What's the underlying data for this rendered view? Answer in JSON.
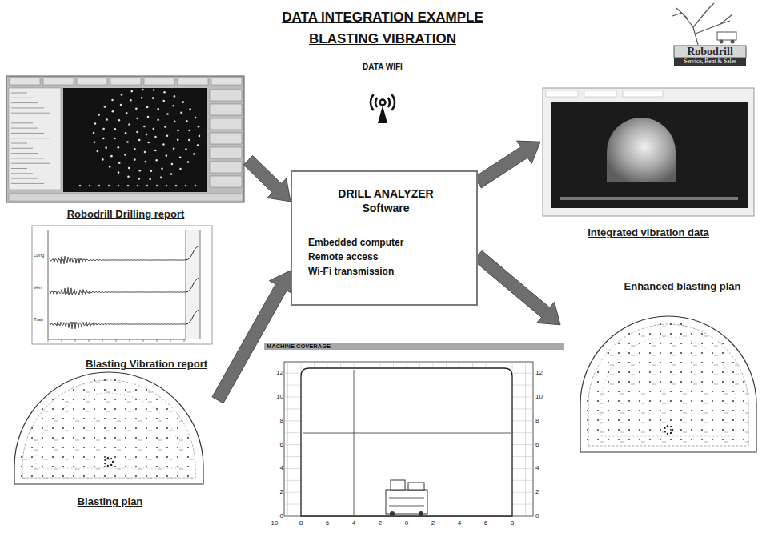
{
  "diagram": {
    "title": "DATA INTEGRATION EXAMPLE BLASTING VIBRATION",
    "nodes": [
      {
        "text": [
          "Robodrill Drilling report"
        ]
      },
      {
        "text": [
          "DRILL ANALYZER Software",
          "Embedded computer",
          "Remote access",
          "Wi-Fi transmission"
        ]
      },
      {
        "text": [
          "Integrated vibration data"
        ]
      },
      {
        "text": [
          "Blasting Vibration report"
        ]
      },
      {
        "text": [
          "Enhanced blasting plan"
        ]
      },
      {
        "text": [
          "Blasting plan"
        ]
      },
      {
        "text": [
          "MACHINE COVERAGE"
        ]
      }
    ],
    "edges": [
      {
        "from": 0,
        "to": 1,
        "arrow": "to"
      },
      {
        "from": 5,
        "to": 1,
        "arrow": "to"
      },
      {
        "from": 1,
        "to": 2,
        "arrow": "to"
      },
      {
        "from": 1,
        "to": 4,
        "arrow": "to"
      }
    ],
    "labels": [
      "DATA WIFI",
      "Robodrill",
      "Service, Rent & Sales",
      "Long",
      "Vert",
      "Tran",
      "12",
      "10",
      "8",
      "6",
      "4",
      "2",
      "0",
      "12",
      "10",
      "8",
      "6",
      "4",
      "2",
      "0",
      "10",
      "8",
      "6",
      "4",
      "2",
      "0",
      "2",
      "4",
      "6",
      "8"
    ]
  }
}
